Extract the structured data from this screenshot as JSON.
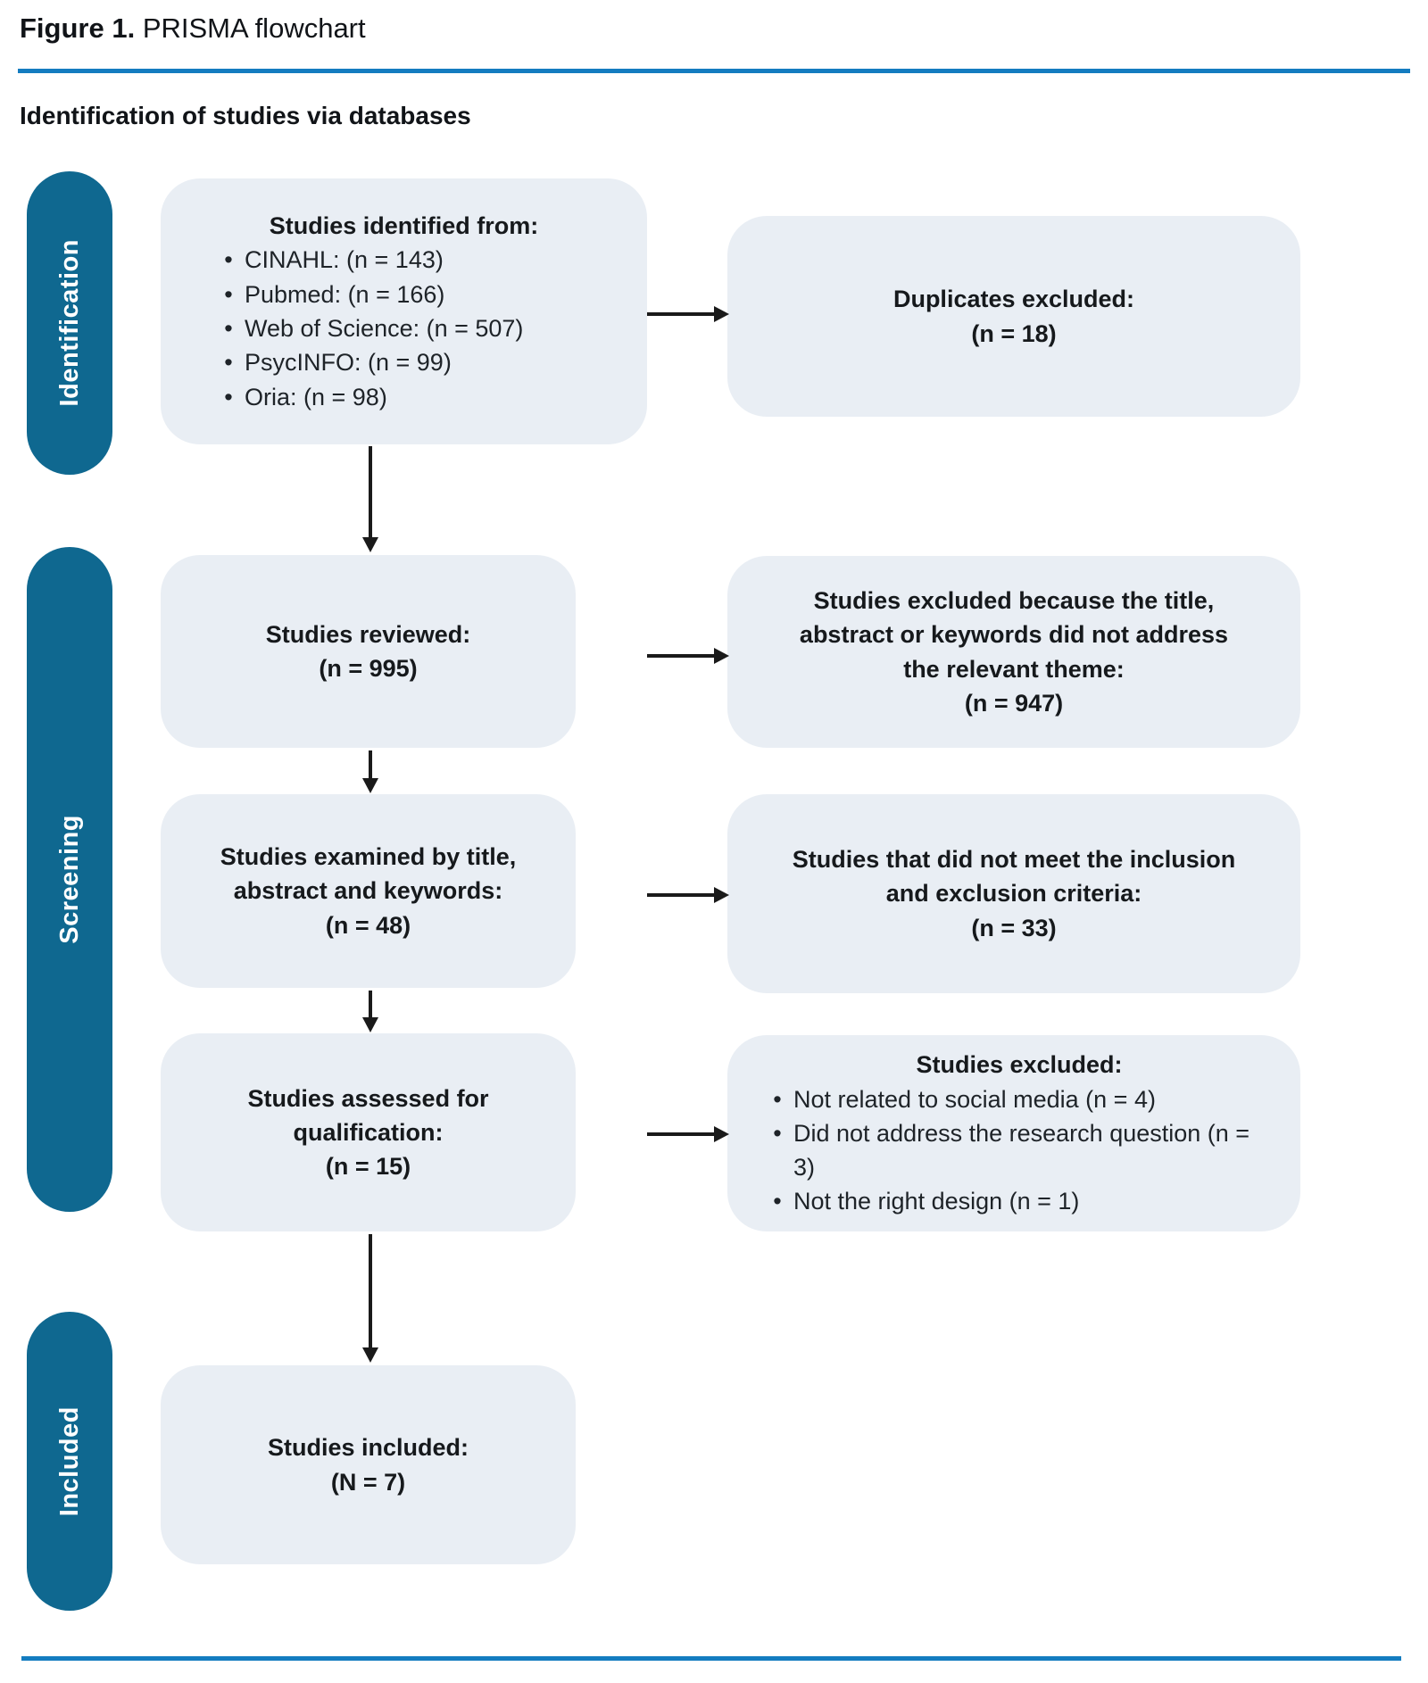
{
  "figure": {
    "label_bold": "Figure 1.",
    "label_rest": " PRISMA flowchart"
  },
  "section_heading": "Identification of studies via databases",
  "stage_labels": {
    "identification": "Identification",
    "screening": "Screening",
    "included": "Included"
  },
  "boxes": {
    "identified": {
      "title": "Studies identified from:",
      "bullets": [
        "CINAHL: (n = 143)",
        "Pubmed: (n = 166)",
        "Web of Science: (n = 507)",
        "PsycINFO: (n = 99)",
        "Oria: (n = 98)"
      ]
    },
    "duplicates_excluded": {
      "line1": "Duplicates excluded:",
      "line2": "(n = 18)"
    },
    "reviewed": {
      "line1": "Studies reviewed:",
      "line2": "(n = 995)"
    },
    "excluded_theme": {
      "line1": "Studies excluded because the title,",
      "line2": "abstract or keywords did not address",
      "line3": "the relevant theme:",
      "line4": "(n = 947)"
    },
    "examined": {
      "line1": "Studies examined by title,",
      "line2": "abstract and keywords:",
      "line3": "(n = 48)"
    },
    "not_meeting_criteria": {
      "line1": "Studies that did not meet the inclusion",
      "line2": "and exclusion criteria:",
      "line3": "(n = 33)"
    },
    "assessed": {
      "line1": "Studies assessed for qualification:",
      "line2": "(n = 15)"
    },
    "excluded_reasons": {
      "title": "Studies excluded:",
      "bullets": [
        "Not related to social media (n = 4)",
        "Did not address the research question (n = 3)",
        "Not the right design (n = 1)"
      ]
    },
    "included": {
      "line1": "Studies included:",
      "line2": "(N = 7)"
    }
  },
  "bullet_glyph": "•",
  "colors": {
    "stage_pill": "#0f6890",
    "rule_line": "#147cc0",
    "box_background": "#e9eef4",
    "arrow": "#1a1a1a"
  }
}
